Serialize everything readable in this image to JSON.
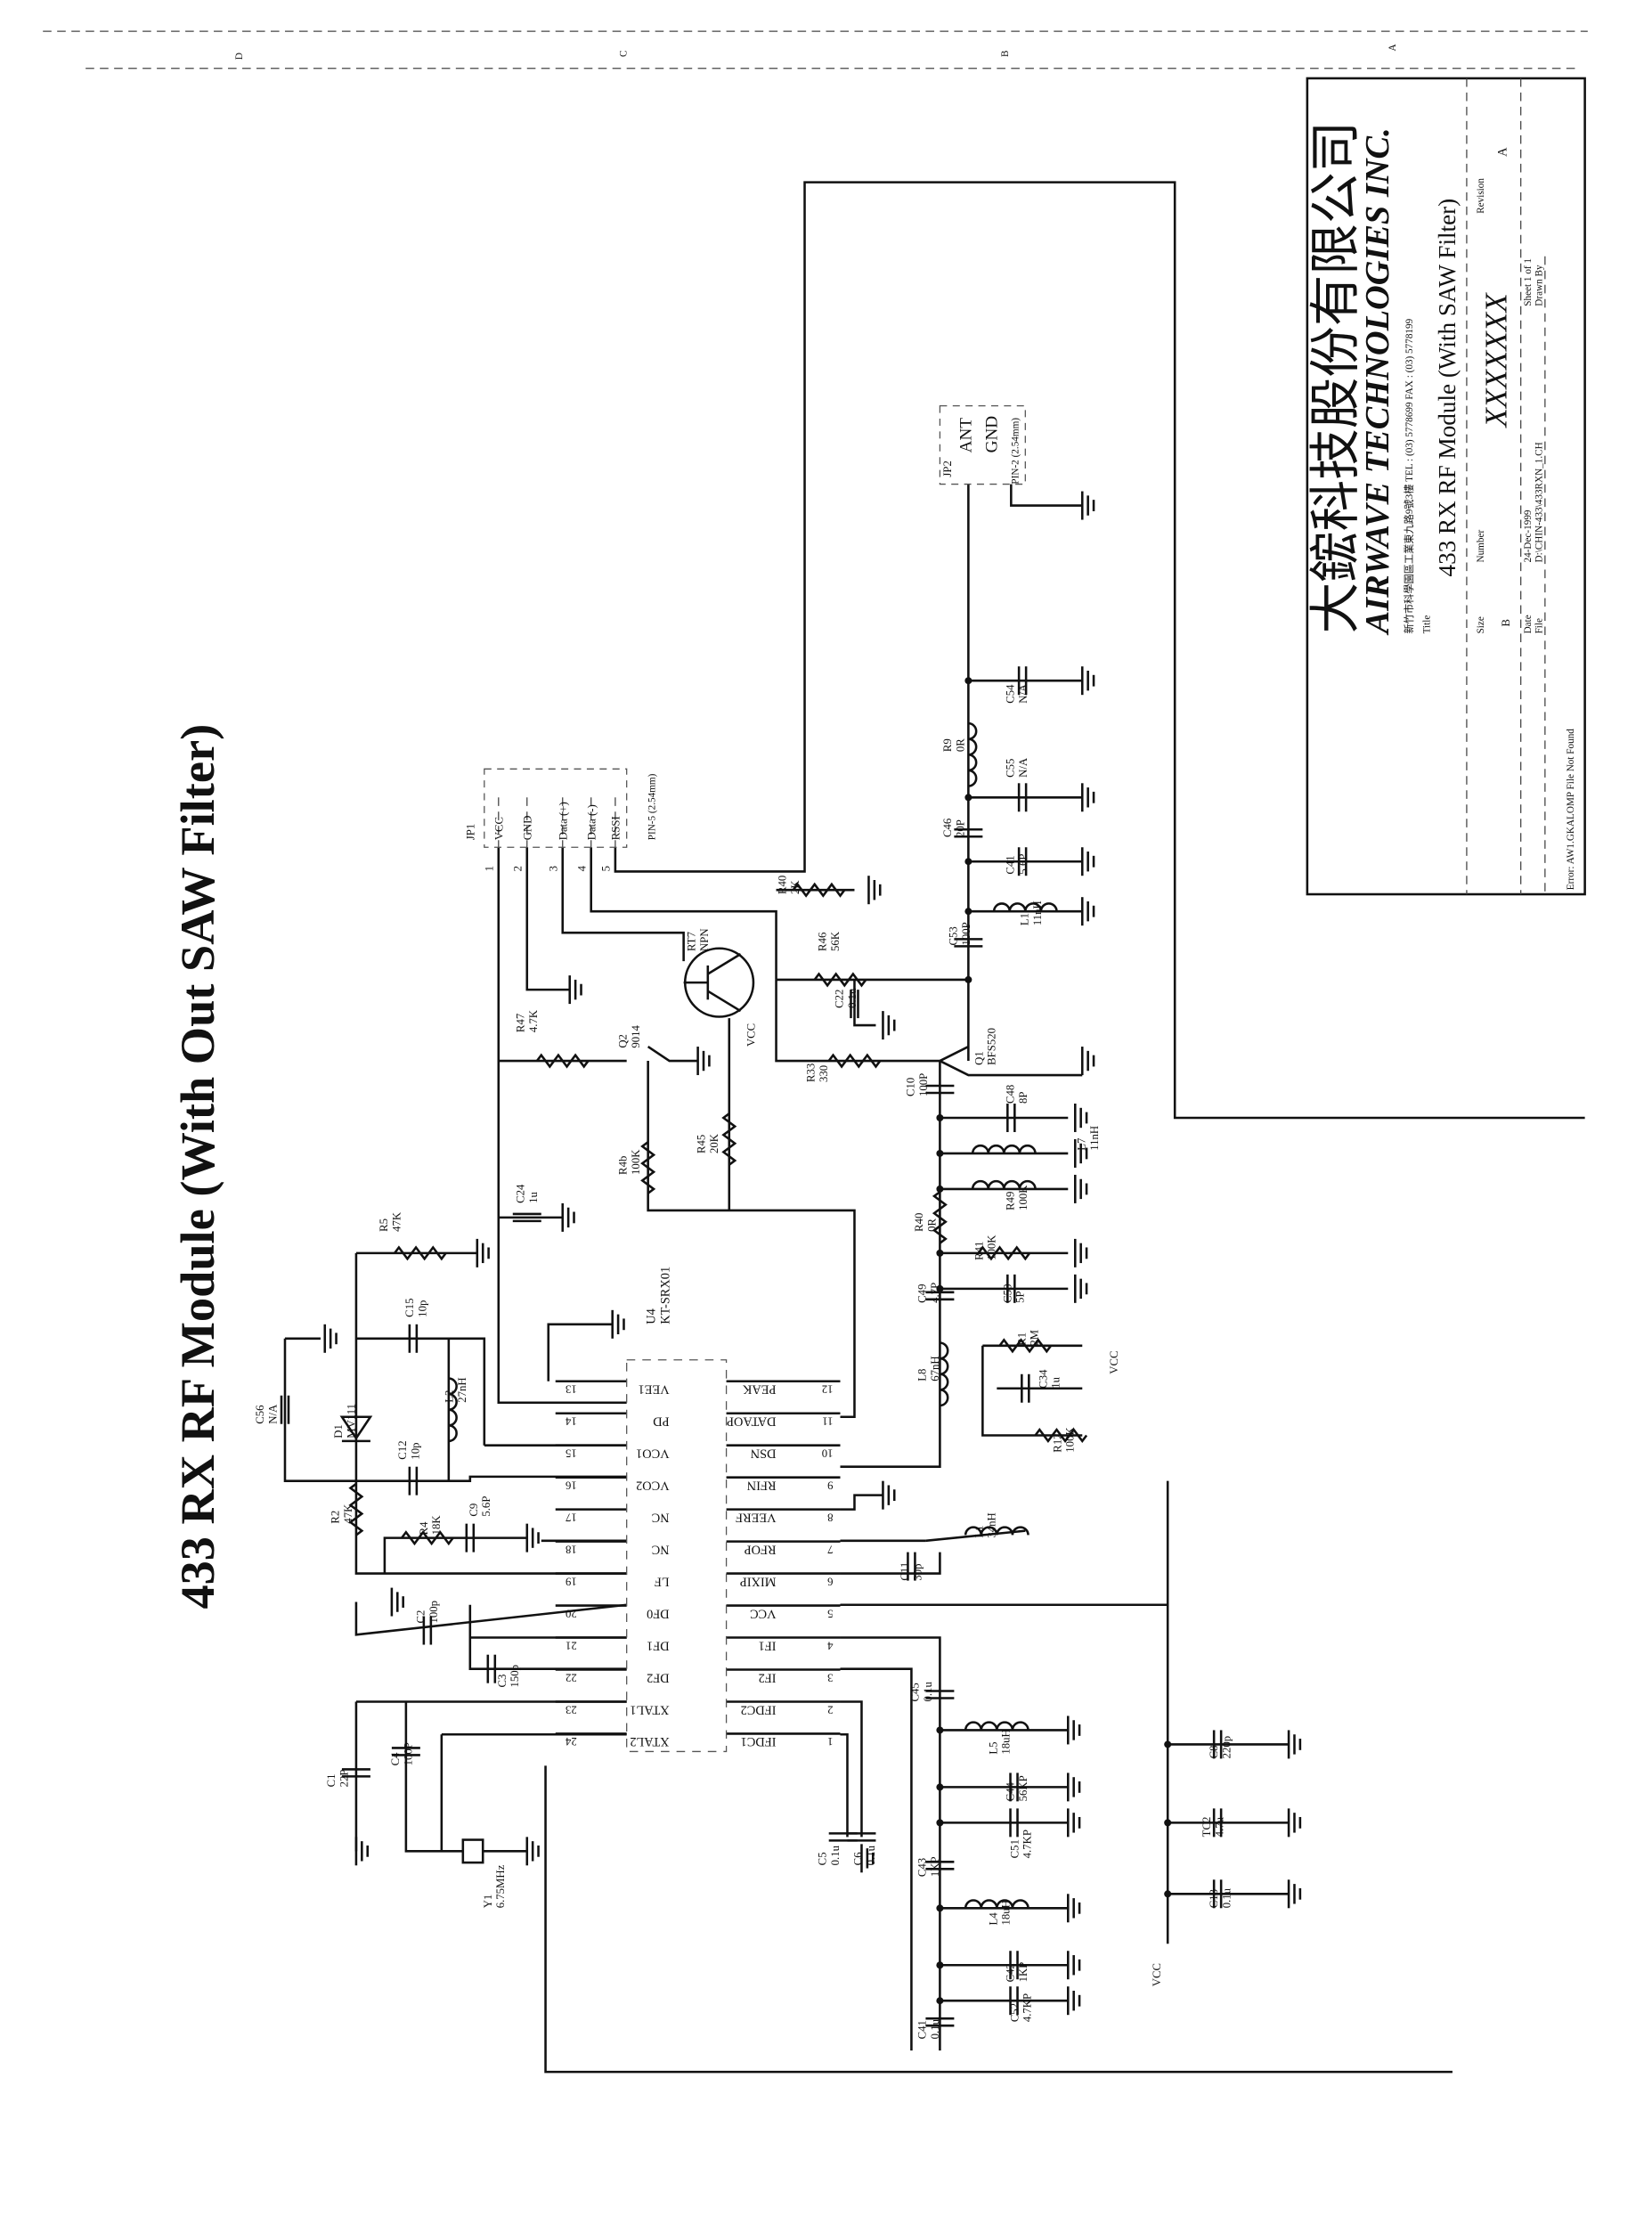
{
  "title": "433 RX RF Module (With Out SAW Filter)",
  "border_markers": [
    "D",
    "C",
    "B",
    "A"
  ],
  "title_block": {
    "company_cn": "大鋐科技股份有限公司",
    "company_en": "AIRWAVE TECHNOLOGIES INC.",
    "address_line": "新竹市科學園區工業東九路9號3樓   TEL : (03) 5778699   FAX : (03) 5778199",
    "title_label": "Title",
    "title": "433 RX RF Module (With SAW Filter)",
    "size_label": "Size",
    "size": "B",
    "number_label": "Number",
    "number": "XXXXXXX",
    "revision_label": "Revision",
    "revision": "A",
    "date_label": "Date",
    "date": "24-Dec-1999",
    "file_label": "File",
    "file": "D:\\CHIN-433\\433RXN_1.CH",
    "sheet": "Sheet 1 of 1",
    "drawn_by": "Drawn By",
    "footer": "Error: AW1.GKALOMP File Not Found"
  },
  "jp1": {
    "ref": "JP1",
    "pins": [
      "VCC",
      "GND",
      "Data (+)",
      "Data (-)",
      "RSSI"
    ],
    "pin_numbers": [
      "1",
      "2",
      "3",
      "4",
      "5"
    ],
    "footprint": "PIN-5 (2.54mm)"
  },
  "jp2": {
    "ref": "JP2",
    "pins": [
      "ANT",
      "GND"
    ],
    "footprint": "PIN-2 (2.54mm)"
  },
  "ic": {
    "ref": "U4",
    "part": "KT-SRX01",
    "left_pins": [
      {
        "num": "13",
        "name": "VEE1"
      },
      {
        "num": "14",
        "name": "PD"
      },
      {
        "num": "15",
        "name": "VCO1"
      },
      {
        "num": "16",
        "name": "VCO2"
      },
      {
        "num": "17",
        "name": "NC"
      },
      {
        "num": "18",
        "name": "NC"
      },
      {
        "num": "19",
        "name": "LF"
      },
      {
        "num": "20",
        "name": "DF0"
      },
      {
        "num": "21",
        "name": "DF1"
      },
      {
        "num": "22",
        "name": "DF2"
      },
      {
        "num": "23",
        "name": "XTAL1"
      },
      {
        "num": "24",
        "name": "XTAL2"
      }
    ],
    "right_pins": [
      {
        "num": "12",
        "name": "PEAK"
      },
      {
        "num": "11",
        "name": "DATAOP"
      },
      {
        "num": "10",
        "name": "DSN"
      },
      {
        "num": "9",
        "name": "RFIN"
      },
      {
        "num": "8",
        "name": "VEERF"
      },
      {
        "num": "7",
        "name": "RFOP"
      },
      {
        "num": "6",
        "name": "MIXIP"
      },
      {
        "num": "5",
        "name": "VCC"
      },
      {
        "num": "4",
        "name": "IF1"
      },
      {
        "num": "3",
        "name": "IF2"
      },
      {
        "num": "2",
        "name": "IFDC2"
      },
      {
        "num": "1",
        "name": "IFDC1"
      }
    ]
  },
  "components": [
    {
      "ref": "R40",
      "value": "2K"
    },
    {
      "ref": "RT7",
      "value": "NPN"
    },
    {
      "ref": "R46",
      "value": "56K"
    },
    {
      "ref": "C22",
      "value": "0.1u"
    },
    {
      "ref": "C53",
      "value": "100P"
    },
    {
      "ref": "L1",
      "value": "11nH"
    },
    {
      "ref": "C41",
      "value": "5.6P"
    },
    {
      "ref": "C46",
      "value": "20P"
    },
    {
      "ref": "C55",
      "value": "N/A"
    },
    {
      "ref": "R9",
      "value": "0R"
    },
    {
      "ref": "C54",
      "value": "N/A"
    },
    {
      "ref": "Q1",
      "value": "BFS520"
    },
    {
      "ref": "R47",
      "value": "4.7K"
    },
    {
      "ref": "Q2",
      "value": "9014"
    },
    {
      "ref": "R45",
      "value": "20K"
    },
    {
      "ref": "R4b",
      "value": "100K"
    },
    {
      "ref": "R33",
      "value": "330"
    },
    {
      "ref": "C10",
      "value": "100P"
    },
    {
      "ref": "C48",
      "value": "8P"
    },
    {
      "ref": "L7",
      "value": "11nH"
    },
    {
      "ref": "R40",
      "value": "0R"
    },
    {
      "ref": "R49",
      "value": "100K"
    },
    {
      "ref": "R41",
      "value": "100K"
    },
    {
      "ref": "C49",
      "value": "4.7P"
    },
    {
      "ref": "C50",
      "value": "5P"
    },
    {
      "ref": "L8",
      "value": "67nH"
    },
    {
      "ref": "R1",
      "value": "2M"
    },
    {
      "ref": "C34",
      "value": "1u"
    },
    {
      "ref": "R12",
      "value": "100K"
    },
    {
      "ref": "L1",
      "value": "34nH"
    },
    {
      "ref": "C11",
      "value": "30p"
    },
    {
      "ref": "C24",
      "value": "1u"
    },
    {
      "ref": "R5",
      "value": "47K"
    },
    {
      "ref": "C15",
      "value": "10p"
    },
    {
      "ref": "L2",
      "value": "27nH"
    },
    {
      "ref": "C56",
      "value": "N/A"
    },
    {
      "ref": "D1",
      "value": "MV111"
    },
    {
      "ref": "C12",
      "value": "10p"
    },
    {
      "ref": "R2",
      "value": "47K"
    },
    {
      "ref": "R4",
      "value": "18K"
    },
    {
      "ref": "C9",
      "value": "5.6P"
    },
    {
      "ref": "C2",
      "value": "100p"
    },
    {
      "ref": "C3",
      "value": "150p"
    },
    {
      "ref": "C1",
      "value": "22P"
    },
    {
      "ref": "C4",
      "value": "100P"
    },
    {
      "ref": "Y1",
      "value": "6.75MHz"
    },
    {
      "ref": "C5",
      "value": "0.1u"
    },
    {
      "ref": "C6",
      "value": "0.1u"
    },
    {
      "ref": "C45",
      "value": "0.1u"
    },
    {
      "ref": "L5",
      "value": "18uH"
    },
    {
      "ref": "C44",
      "value": "56KP"
    },
    {
      "ref": "C51",
      "value": "4.7KP"
    },
    {
      "ref": "C43",
      "value": "1KP"
    },
    {
      "ref": "L4",
      "value": "18uH"
    },
    {
      "ref": "C42",
      "value": "1KP"
    },
    {
      "ref": "C52",
      "value": "4.7KP"
    },
    {
      "ref": "C41",
      "value": "0.1u"
    },
    {
      "ref": "C8",
      "value": "220p"
    },
    {
      "ref": "TC2",
      "value": "4.7u"
    },
    {
      "ref": "C13",
      "value": "0.1u"
    }
  ],
  "net_labels": [
    "VCC",
    "VCC",
    "VCC"
  ]
}
